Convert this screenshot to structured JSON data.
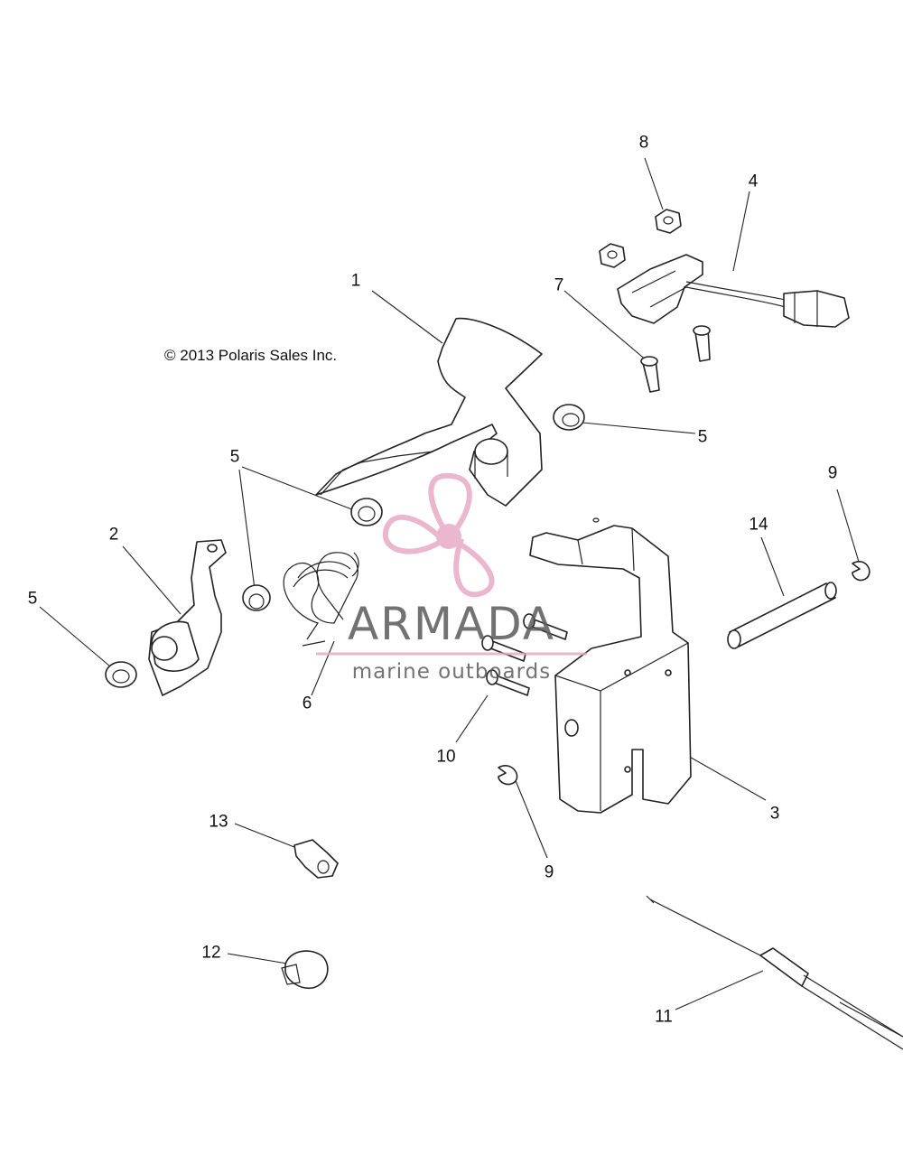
{
  "copyright": "© 2013 Polaris Sales Inc.",
  "watermark": {
    "title": "ARMADA",
    "subtitle": "marine outboards",
    "accent_color": "#e7a6c2",
    "text_color": "#5a5a5a"
  },
  "callouts": [
    {
      "id": "c1",
      "label": "1"
    },
    {
      "id": "c2",
      "label": "2"
    },
    {
      "id": "c3",
      "label": "3"
    },
    {
      "id": "c4",
      "label": "4"
    },
    {
      "id": "c5a",
      "label": "5"
    },
    {
      "id": "c5b",
      "label": "5"
    },
    {
      "id": "c5c",
      "label": "5"
    },
    {
      "id": "c6",
      "label": "6"
    },
    {
      "id": "c7",
      "label": "7"
    },
    {
      "id": "c8",
      "label": "8"
    },
    {
      "id": "c9a",
      "label": "9"
    },
    {
      "id": "c9b",
      "label": "9"
    },
    {
      "id": "c10",
      "label": "10"
    },
    {
      "id": "c11",
      "label": "11"
    },
    {
      "id": "c12",
      "label": "12"
    },
    {
      "id": "c13",
      "label": "13"
    },
    {
      "id": "c14",
      "label": "14"
    }
  ]
}
